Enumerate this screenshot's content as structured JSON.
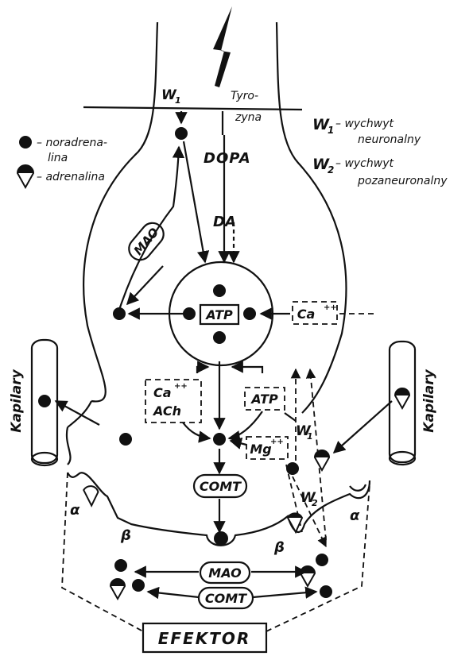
{
  "inputs": {
    "w1": "W",
    "w1_sub": "1",
    "tyrozyna_1": "Tyro-",
    "tyrozyna_2": "zyna",
    "dopa": "DOPA",
    "da": "DA"
  },
  "legend": {
    "noradrenalina_1": "– noradrena-",
    "noradrenalina_2": "lina",
    "adrenalina": "– adrenalina",
    "w1_key": "W",
    "w1_sub": "1",
    "w1_desc_1": "– wychwyt",
    "w1_desc_2": "neuronalny",
    "w2_key": "W",
    "w2_sub": "2",
    "w2_desc_1": "– wychwyt",
    "w2_desc_2": "pozaneuronalny"
  },
  "labels": {
    "mao_upper": "MAO",
    "atp_center": "ATP",
    "ca_right": "Ca",
    "ca_right_sup": "++",
    "ca_ach_1": "Ca",
    "ca_ach_sup": "++",
    "ca_ach_2": "ACh",
    "atp_lower": "ATP",
    "mg": "Mg",
    "mg_sup": "++",
    "w1_release": "W",
    "w1_release_sub": "1",
    "w2_release": "W",
    "w2_release_sub": "2",
    "comt_upper": "COMT",
    "kapilary_left": "Kapilary",
    "kapilary_right": "Kapilary",
    "alpha_left": "α",
    "alpha_right": "α",
    "beta_left": "β",
    "beta_right": "β",
    "mao_lower": "MAO",
    "comt_lower": "COMT",
    "efektor": "EFEKTOR"
  }
}
